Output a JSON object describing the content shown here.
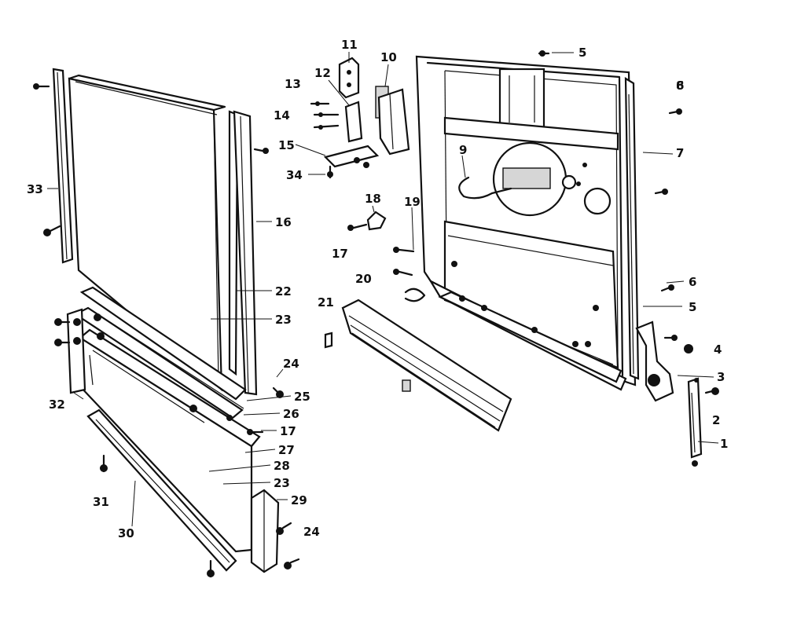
{
  "callouts": [
    {
      "id": "c1",
      "label": "1"
    },
    {
      "id": "c2",
      "label": "2"
    },
    {
      "id": "c3",
      "label": "3"
    },
    {
      "id": "c4",
      "label": "4"
    },
    {
      "id": "c5a",
      "label": "5"
    },
    {
      "id": "c5b",
      "label": "5"
    },
    {
      "id": "c6a",
      "label": "6"
    },
    {
      "id": "c6b",
      "label": "6"
    },
    {
      "id": "c7",
      "label": "7"
    },
    {
      "id": "c8",
      "label": "8"
    },
    {
      "id": "c9",
      "label": "9"
    },
    {
      "id": "c10",
      "label": "10"
    },
    {
      "id": "c11",
      "label": "11"
    },
    {
      "id": "c12",
      "label": "12"
    },
    {
      "id": "c13",
      "label": "13"
    },
    {
      "id": "c14",
      "label": "14"
    },
    {
      "id": "c15",
      "label": "15"
    },
    {
      "id": "c16",
      "label": "16"
    },
    {
      "id": "c17a",
      "label": "17"
    },
    {
      "id": "c17b",
      "label": "17"
    },
    {
      "id": "c18",
      "label": "18"
    },
    {
      "id": "c19",
      "label": "19"
    },
    {
      "id": "c20",
      "label": "20"
    },
    {
      "id": "c21",
      "label": "21"
    },
    {
      "id": "c22",
      "label": "22"
    },
    {
      "id": "c23a",
      "label": "23"
    },
    {
      "id": "c23b",
      "label": "23"
    },
    {
      "id": "c24a",
      "label": "24"
    },
    {
      "id": "c24b",
      "label": "24"
    },
    {
      "id": "c25",
      "label": "25"
    },
    {
      "id": "c26",
      "label": "26"
    },
    {
      "id": "c27",
      "label": "27"
    },
    {
      "id": "c28",
      "label": "28"
    },
    {
      "id": "c29",
      "label": "29"
    },
    {
      "id": "c30",
      "label": "30"
    },
    {
      "id": "c31",
      "label": "31"
    },
    {
      "id": "c32",
      "label": "32"
    },
    {
      "id": "c33",
      "label": "33"
    },
    {
      "id": "c34",
      "label": "34"
    }
  ]
}
